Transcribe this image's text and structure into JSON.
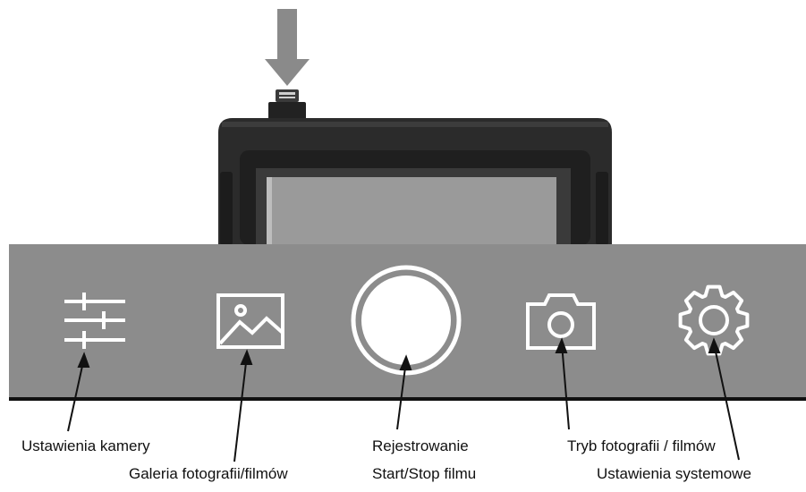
{
  "toolbar": {
    "background_color": "#8c8c8c",
    "icon_color": "#ffffff",
    "items": [
      {
        "icon": "sliders-icon",
        "target": "camera-settings"
      },
      {
        "icon": "image-gallery-icon",
        "target": "gallery"
      },
      {
        "icon": "record-button-icon",
        "target": "record"
      },
      {
        "icon": "camera-icon",
        "target": "photo-video-mode"
      },
      {
        "icon": "gear-icon",
        "target": "system-settings"
      }
    ]
  },
  "labels": {
    "camera_settings": "Ustawienia kamery",
    "gallery": "Galeria fotografii/filmów",
    "record_line1": "Rejestrowanie",
    "record_line2": "Start/Stop filmu",
    "mode": "Tryb fotografii / filmów",
    "system_settings": "Ustawienia systemowe"
  },
  "device": {
    "body_color": "#2b2b2b",
    "screen_color": "#9a9a9a",
    "arrow_color": "#8a8a8a"
  }
}
